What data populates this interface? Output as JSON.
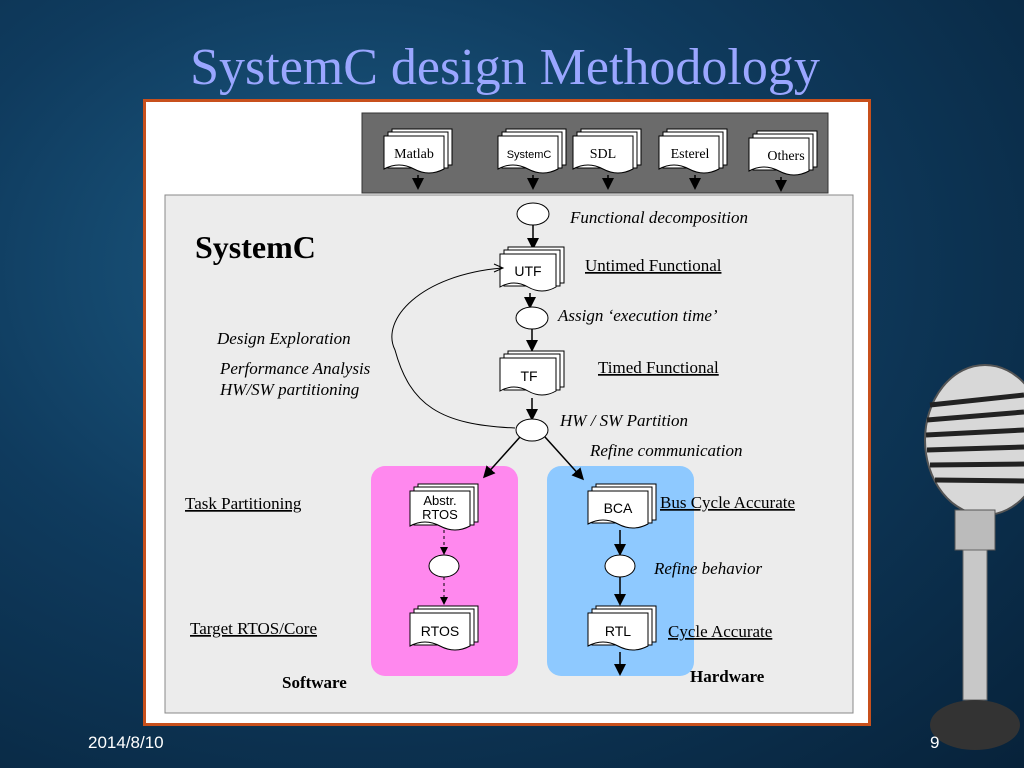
{
  "slide": {
    "title": "SystemC design Methodology",
    "date": "2014/8/10",
    "page_number": "9"
  },
  "diagram": {
    "heading": "SystemC",
    "inputs": [
      "Matlab",
      "SystemC",
      "SDL",
      "Esterel",
      "Others"
    ],
    "steps": {
      "functional_decomposition": "Functional decomposition",
      "assign_execution_time": "Assign ‘execution time’",
      "hw_sw_partition": "HW / SW Partition",
      "refine_communication": "Refine communication",
      "refine_behavior": "Refine behavior"
    },
    "docs": {
      "utf": "UTF",
      "tf": "TF",
      "abstr_rtos_line1": "Abstr.",
      "abstr_rtos_line2": "RTOS",
      "rtos": "RTOS",
      "bca": "BCA",
      "rtl": "RTL"
    },
    "labels": {
      "untimed_functional": "Untimed Functional",
      "timed_functional": "Timed Functional",
      "design_exploration": "Design Exploration",
      "performance_analysis": "Performance Analysis",
      "hw_sw_partitioning": "HW/SW partitioning",
      "task_partitioning": "Task Partitioning",
      "target_rtos_core": "Target RTOS/Core",
      "bus_cycle_accurate": "Bus Cycle Accurate",
      "cycle_accurate": "Cycle Accurate",
      "software": "Software",
      "hardware": "Hardware"
    },
    "colors": {
      "software_region": "#ff88ee",
      "hardware_region": "#8ec9ff",
      "input_bar": "#6b6b6b",
      "systemc_panel": "#ececec"
    }
  }
}
